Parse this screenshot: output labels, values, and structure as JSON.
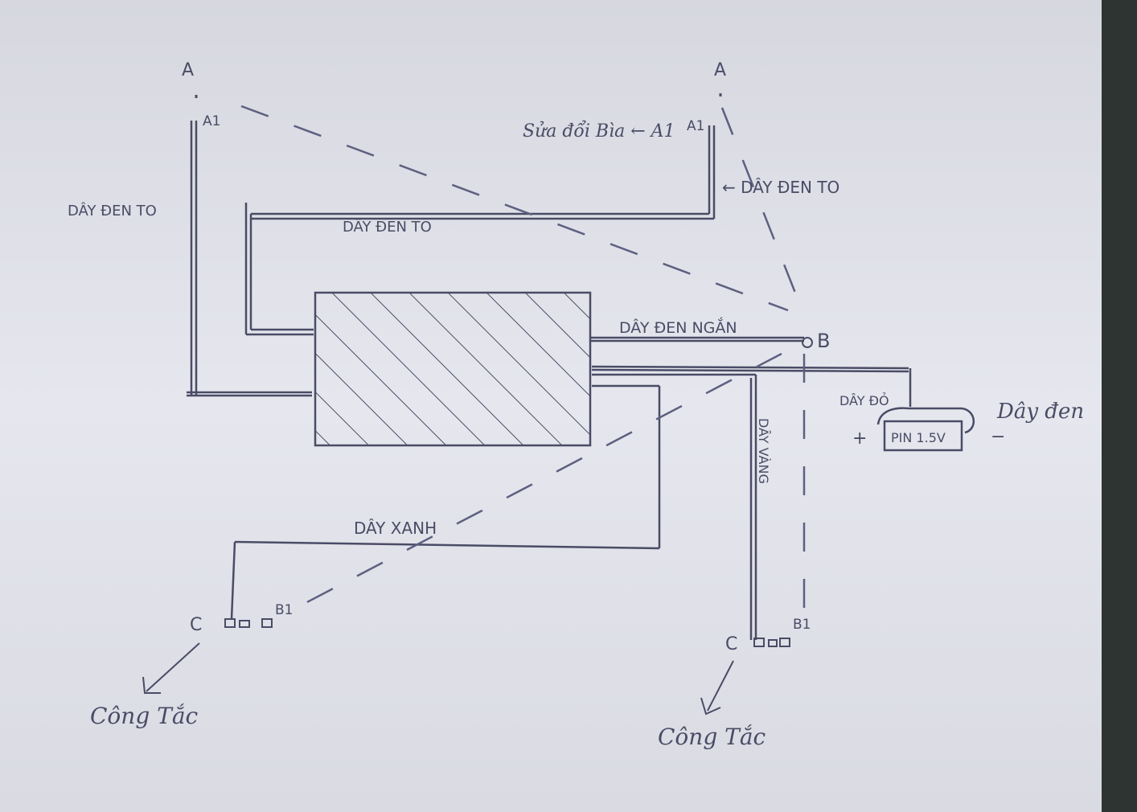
{
  "colors": {
    "paper": "#e4e5ec",
    "background_right": "#2e3431",
    "ink": "#4a4c66",
    "ink_light": "#5d6080"
  },
  "labels": {
    "point_a_left": "A",
    "point_a_right": "A",
    "terminal_a1_left": "A1",
    "terminal_a1_right": "A1",
    "wire_black_thick_left": "DÂY ĐEN TO",
    "wire_black_thick_top": "DÂY ĐEN TO",
    "wire_black_thick_right": "← DÂY ĐEN TO",
    "fix_note": "Sửa đổi Bìa ← A1",
    "wire_black_short": "DÂY ĐEN NGẮN",
    "terminal_b": "B",
    "wire_red": "DÂY ĐỎ",
    "battery": "PIN 1.5V",
    "battery_plus": "+",
    "battery_minus": "−",
    "wire_black": "Dây đen",
    "wire_yellow": "DÂY VÀNG",
    "wire_green": "DÂY XANH",
    "terminal_b1_left": "B1",
    "terminal_b1_right": "B1",
    "switch_left_c": "C",
    "switch_right_c": "C",
    "switch_left_label": "Công Tắc",
    "switch_right_label": "Công Tắc"
  }
}
